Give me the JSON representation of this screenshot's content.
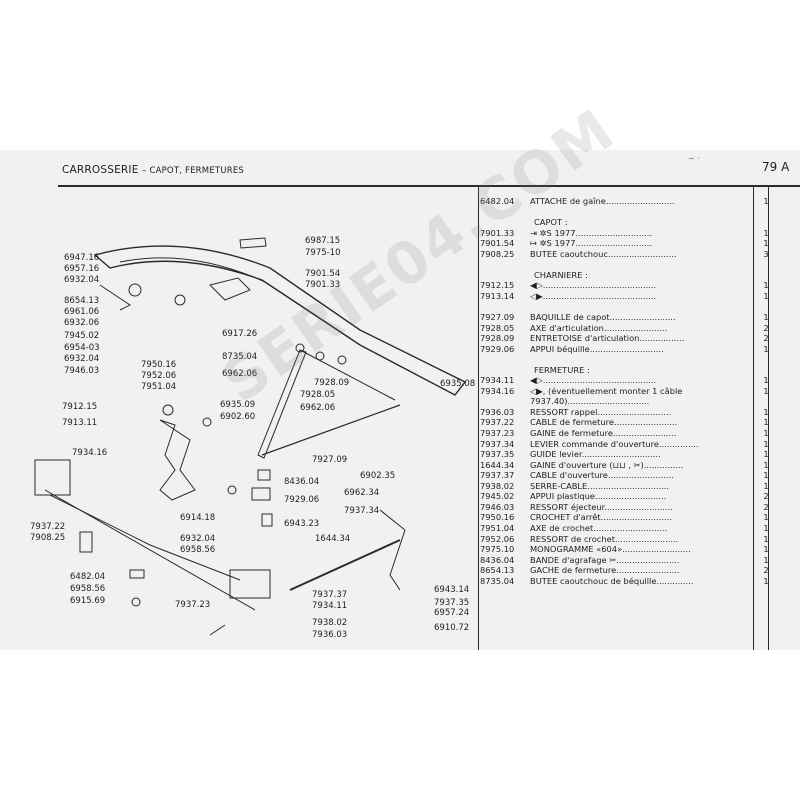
{
  "header": {
    "title": "CARROSSERIE",
    "subtitle": "– CAPOT, FERMETURES",
    "page": "79 A"
  },
  "parts": [
    {
      "code": "6482.04",
      "desc": "ATTACHE de gaîne..........................",
      "qty": "1"
    },
    {
      "code": "",
      "desc": "",
      "qty": ""
    },
    {
      "code": "",
      "desc": "CAPOT :",
      "qty": "",
      "head": true
    },
    {
      "code": "7901.33",
      "desc": "⇥  ✲S  1977.............................",
      "qty": "1"
    },
    {
      "code": "7901.54",
      "desc": "↦  ✲S  1977.............................",
      "qty": "1"
    },
    {
      "code": "7908.25",
      "desc": "BUTEE caoutchouc..........................",
      "qty": "3"
    },
    {
      "code": "",
      "desc": "",
      "qty": ""
    },
    {
      "code": "",
      "desc": "CHARNIERE :",
      "qty": "",
      "head": true
    },
    {
      "code": "7912.15",
      "desc": "◀▷...........................................",
      "qty": "1"
    },
    {
      "code": "7913.14",
      "desc": "◁▶...........................................",
      "qty": "1"
    },
    {
      "code": "",
      "desc": "",
      "qty": ""
    },
    {
      "code": "7927.09",
      "desc": "BAQUILLE de capot.........................",
      "qty": "1"
    },
    {
      "code": "7928.05",
      "desc": "AXE d'articulation........................",
      "qty": "2"
    },
    {
      "code": "7928.09",
      "desc": "ENTRETOISE d'articulation.................",
      "qty": "2"
    },
    {
      "code": "7929.06",
      "desc": "APPUI béquille............................",
      "qty": "1"
    },
    {
      "code": "",
      "desc": "",
      "qty": ""
    },
    {
      "code": "",
      "desc": "FERMETURE :",
      "qty": "",
      "head": true
    },
    {
      "code": "7934.11",
      "desc": "◀▷...........................................",
      "qty": "1"
    },
    {
      "code": "7934.16",
      "desc": "◁▶, (éventuellement monter 1 câble",
      "qty": "1"
    },
    {
      "code": "",
      "desc": "   7937.40)...............................",
      "qty": ""
    },
    {
      "code": "7936.03",
      "desc": "RESSORT rappel............................",
      "qty": "1"
    },
    {
      "code": "7937.22",
      "desc": "CABLE de fermeture........................",
      "qty": "1"
    },
    {
      "code": "7937.23",
      "desc": "GAINE de fermeture........................",
      "qty": "1"
    },
    {
      "code": "7937.34",
      "desc": "LEVIER commande d'ouverture...............",
      "qty": "1"
    },
    {
      "code": "7937.35",
      "desc": "GUIDE levier..............................",
      "qty": "1"
    },
    {
      "code": "1644.34",
      "desc": "GAINE d'ouverture (⊔⊔ , ✂)...............",
      "qty": "1"
    },
    {
      "code": "7937.37",
      "desc": "CABLE d'ouverture.........................",
      "qty": "1"
    },
    {
      "code": "7938.02",
      "desc": "SERRE-CABLE...............................",
      "qty": "1"
    },
    {
      "code": "7945.02",
      "desc": "APPUI plastique...........................",
      "qty": "2"
    },
    {
      "code": "7946.03",
      "desc": "RESSORT éjecteur..........................",
      "qty": "2"
    },
    {
      "code": "7950.16",
      "desc": "CROCHET d'arrêt...........................",
      "qty": "1"
    },
    {
      "code": "7951.04",
      "desc": "AXE de crochet............................",
      "qty": "1"
    },
    {
      "code": "7952.06",
      "desc": "RESSORT de crochet........................",
      "qty": "1"
    },
    {
      "code": "7975.10",
      "desc": "MONOGRAMME «604»..........................",
      "qty": "1"
    },
    {
      "code": "8436.04",
      "desc": "BANDE d'agrafage ✂........................",
      "qty": "1"
    },
    {
      "code": "8654.13",
      "desc": "GACHE de fermeture........................",
      "qty": "2"
    },
    {
      "code": "8735.04",
      "desc": "BUTEE caoutchouc de béquille..............",
      "qty": "1"
    }
  ],
  "diagram_labels": {
    "l6947_16": "6947.16",
    "l6957_16": "6957.16",
    "l6932_04a": "6932.04",
    "l8654_13": "8654.13",
    "l6961_06": "6961.06",
    "l6932_06": "6932.06",
    "l7945_02": "7945.02",
    "l6954_03": "6954-03",
    "l6932_04b": "6932.04",
    "l7946_03": "7946.03",
    "l6987_15": "6987.15",
    "l7975_10": "7975-10",
    "l7901_54": "7901.54",
    "l7901_33": "7901.33",
    "l6917_26": "6917.26",
    "l7950_16": "7950.16",
    "l8735_04": "8735.04",
    "l7952_06": "7952.06",
    "l7951_04": "7951.04",
    "l6962_06a": "6962.06",
    "l7928_09": "7928.09",
    "l7928_05": "7928.05",
    "l6962_06b": "6962.06",
    "l6935_08": "6935.08",
    "l7912_15": "7912.15",
    "l7913_11": "7913.11",
    "l6935_09": "6935.09",
    "l6902_60": "6902.60",
    "l7934_16": "7934.16",
    "l7927_09": "7927.09",
    "l8436_04": "8436.04",
    "l7929_06": "7929.06",
    "l6914_18": "6914.18",
    "l6943_23": "6943.23",
    "l6902_35": "6902.35",
    "l6962_34": "6962.34",
    "l7937_34": "7937.34",
    "l7937_22": "7937.22",
    "l7908_25": "7908.25",
    "l6932_04c": "6932.04",
    "l6958_56a": "6958.56",
    "l1644_34": "1644.34",
    "l6482_04": "6482.04",
    "l6958_56b": "6958.56",
    "l6915_69": "6915.69",
    "l7937_23": "7937.23",
    "l7937_37": "7937.37",
    "l7934_11": "7934.11",
    "l7938_02": "7938.02",
    "l7936_03": "7936.03",
    "l6943_14": "6943.14",
    "l7937_35": "7937.35",
    "l6957_24": "6957.24",
    "l6910_72": "6910.72"
  },
  "watermark": "SERIE04.COM"
}
